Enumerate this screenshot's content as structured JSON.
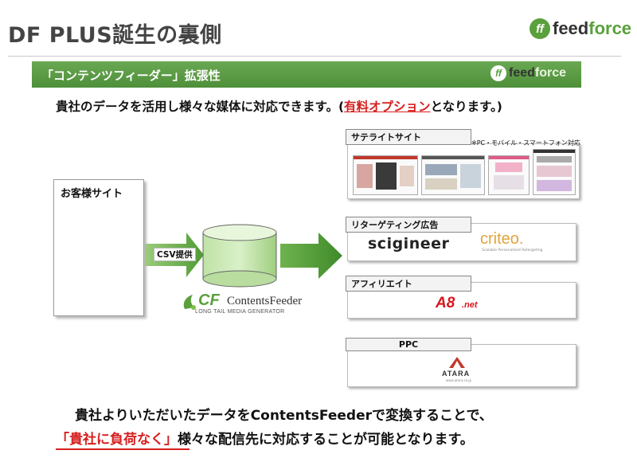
{
  "slide": {
    "title": "DF PLUS誕生の裏側",
    "logo": {
      "mark": "ff",
      "part1": "feed",
      "part2": "force"
    }
  },
  "embedded": {
    "banner_title": "「コンテンツフィーダー」拡張性",
    "banner_logo": {
      "mark": "ff",
      "part1": "feed",
      "part2": "force"
    },
    "subtitle": {
      "before": "貴社のデータを活用し様々な媒体に対応できます。(",
      "highlight": "有料オプション",
      "after": "となります。)"
    },
    "source": {
      "label": "お客様サイト"
    },
    "flow": {
      "csv_label": "CSV提供"
    },
    "product": {
      "letters": "CF",
      "name": "ContentsFeeder",
      "tagline": "LONG TAIL MEDIA GENERATOR"
    },
    "destinations": {
      "satellite": {
        "label": "サテライトサイト",
        "note": "※PC・モバイル・スマートフォン対応"
      },
      "retargeting": {
        "label": "リターゲティング広告",
        "logo1": "scigineer",
        "logo2": "criteo.",
        "logo2_tag": "Scalable Personalized Retargeting"
      },
      "affiliate": {
        "label": "アフィリエイト",
        "logo_main": "A8",
        "logo_suffix": ".net"
      },
      "ppc": {
        "label": "PPC",
        "logo": "ATARA",
        "logo_url": "www.atara.co.jp"
      }
    },
    "bottom": {
      "line1": "貴社よりいただいたデータをContentsFeederで変換することで、",
      "line2_emph": "「貴社に負荷なく」",
      "line2_rest": "様々な配信先に対応することが可能となります。"
    },
    "colors": {
      "brand_green": "#5aa03c",
      "accent_red": "#d61f1f",
      "criteo_orange": "#e3a33b"
    }
  }
}
